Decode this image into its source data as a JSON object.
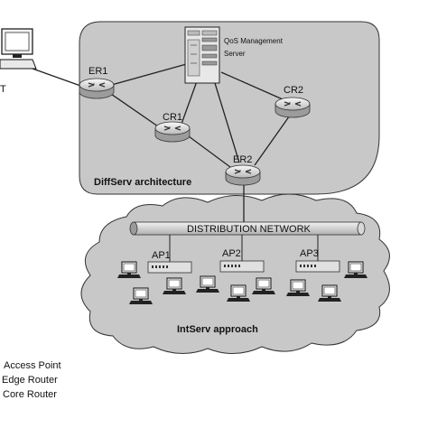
{
  "diffserv": {
    "label": "DiffServ architecture",
    "qos_server_line1": "QoS Management",
    "qos_server_line2": "Server",
    "routers": {
      "er1": "ER1",
      "cr1": "CR1",
      "cr2": "CR2",
      "er2": "ER2"
    }
  },
  "host_label": "T",
  "intserv": {
    "label": "IntServ approach",
    "distribution_network": "DISTRIBUTION NETWORK",
    "access_points": {
      "ap1": "AP1",
      "ap2": "AP2",
      "ap3": "AP3"
    }
  },
  "legend": {
    "items": [
      "Access Point",
      "Edge Router",
      "Core Router"
    ]
  },
  "colors": {
    "cloud_fill": "#c8c8c8",
    "router_fill": "#e4e4e4",
    "line": "#222222"
  }
}
